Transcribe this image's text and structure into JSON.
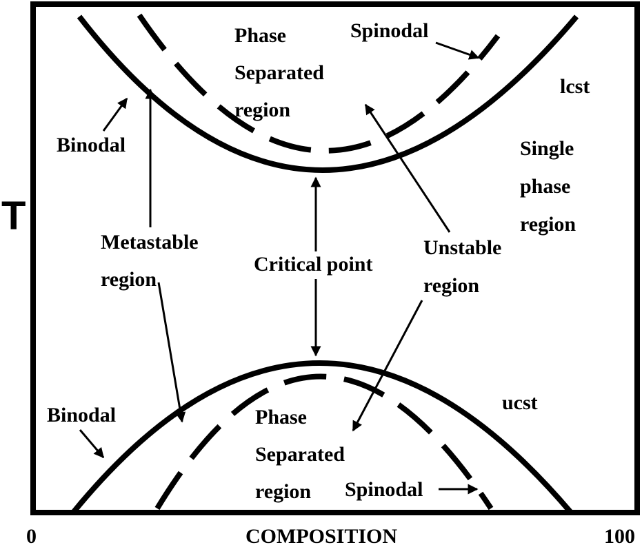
{
  "axes": {
    "y_label": "T",
    "x_label": "COMPOSITION",
    "x_min": "0",
    "x_max": "100"
  },
  "labels": {
    "phase_top": [
      "Phase",
      "Separated",
      "region"
    ],
    "spinodal_top": "Spinodal",
    "lcst": "lcst",
    "binodal_top": "Binodal",
    "single_phase": [
      "Single",
      "phase",
      "region"
    ],
    "metastable": [
      "Metastable",
      "region"
    ],
    "critical_point": "Critical point",
    "unstable": [
      "Unstable",
      "region"
    ],
    "binodal_bottom": "Binodal",
    "phase_bottom": [
      "Phase",
      "Separated",
      "region"
    ],
    "ucst": "ucst",
    "spinodal_bottom": "Spinodal"
  }
}
